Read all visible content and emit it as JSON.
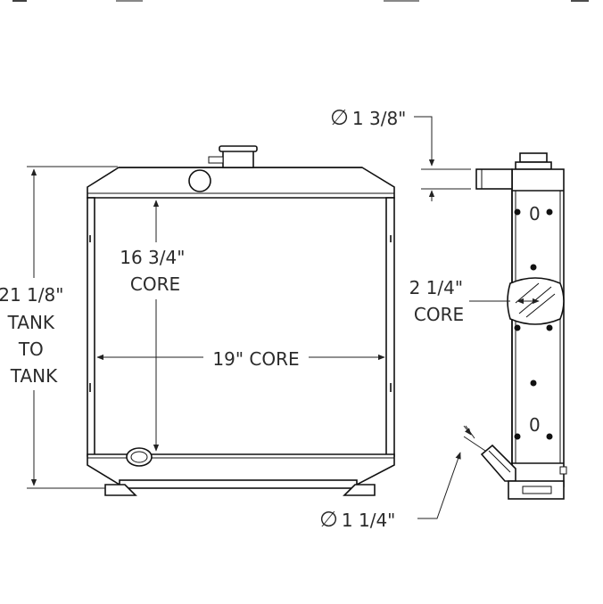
{
  "dimensions": {
    "overall_height": {
      "lines": [
        "21 1/8\"",
        "TANK",
        "TO",
        "TANK"
      ]
    },
    "core_height": {
      "lines": [
        "16 3/4\"",
        "CORE"
      ]
    },
    "core_width": {
      "text": "19\" CORE"
    },
    "core_depth": {
      "lines": [
        "2 1/4\"",
        "CORE"
      ]
    },
    "inlet_diameter": {
      "symbol": "∅",
      "value": "1 3/8\""
    },
    "outlet_diameter": {
      "symbol": "∅",
      "value": "1 1/4\""
    }
  },
  "side_view_marks": [
    "0",
    "0"
  ]
}
